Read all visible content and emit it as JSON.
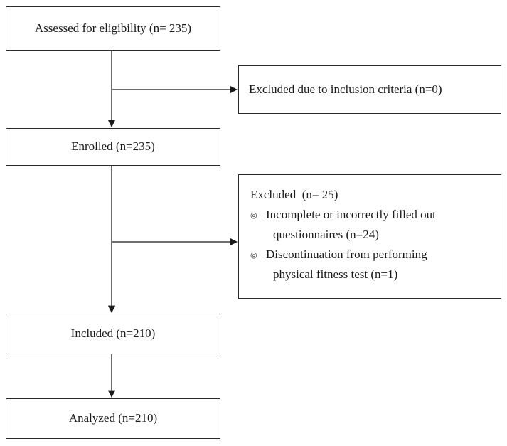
{
  "flow": {
    "assessed": "Assessed for eligibility (n= 235)",
    "excluded_inclusion": "Excluded due to inclusion criteria (n=0)",
    "enrolled": "Enrolled (n=235)",
    "excluded": {
      "title": "Excluded  (n= 25)",
      "items": [
        {
          "line1": "Incomplete or incorrectly filled out",
          "line2": "questionnaires (n=24)"
        },
        {
          "line1": "Discontinuation from performing",
          "line2": "physical fitness test (n=1)"
        }
      ]
    },
    "included": "Included (n=210)",
    "analyzed": "Analyzed (n=210)"
  },
  "colors": {
    "line": "#1a1a1a",
    "border": "#2a2a2a",
    "bullet": "#333333"
  },
  "icons": {
    "bullet": "circle-bullet-icon"
  }
}
